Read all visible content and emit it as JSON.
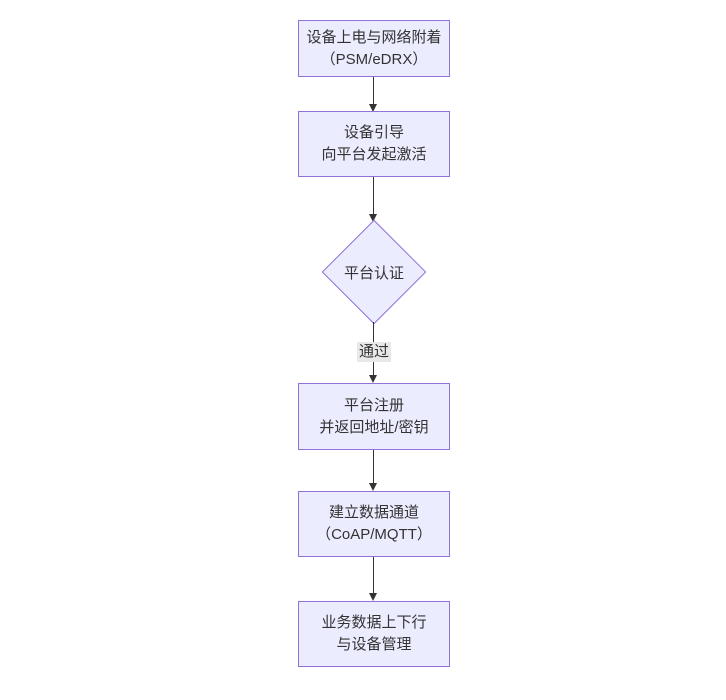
{
  "diagram": {
    "type": "flowchart",
    "direction": "top-down",
    "colors": {
      "background": "#ffffff",
      "node_fill": "#ECECFF",
      "node_border": "#9370DB",
      "text": "#333333",
      "arrow": "#333333",
      "edge_label_background": "#e8e8e8"
    },
    "nodes": [
      {
        "id": "power",
        "shape": "rect",
        "lines": [
          "设备上电与网络附着",
          "（PSM/eDRX）"
        ]
      },
      {
        "id": "boot",
        "shape": "rect",
        "lines": [
          "设备引导",
          "向平台发起激活"
        ]
      },
      {
        "id": "auth",
        "shape": "diamond",
        "lines": [
          "平台认证"
        ]
      },
      {
        "id": "register",
        "shape": "rect",
        "lines": [
          "平台注册",
          "并返回地址/密钥"
        ]
      },
      {
        "id": "channel",
        "shape": "rect",
        "lines": [
          "建立数据通道",
          "（CoAP/MQTT）"
        ]
      },
      {
        "id": "business",
        "shape": "rect",
        "lines": [
          "业务数据上下行",
          "与设备管理"
        ]
      }
    ],
    "edges": [
      {
        "from": "power",
        "to": "boot",
        "label": ""
      },
      {
        "from": "boot",
        "to": "auth",
        "label": ""
      },
      {
        "from": "auth",
        "to": "register",
        "label": "通过"
      },
      {
        "from": "register",
        "to": "channel",
        "label": ""
      },
      {
        "from": "channel",
        "to": "business",
        "label": ""
      }
    ]
  }
}
